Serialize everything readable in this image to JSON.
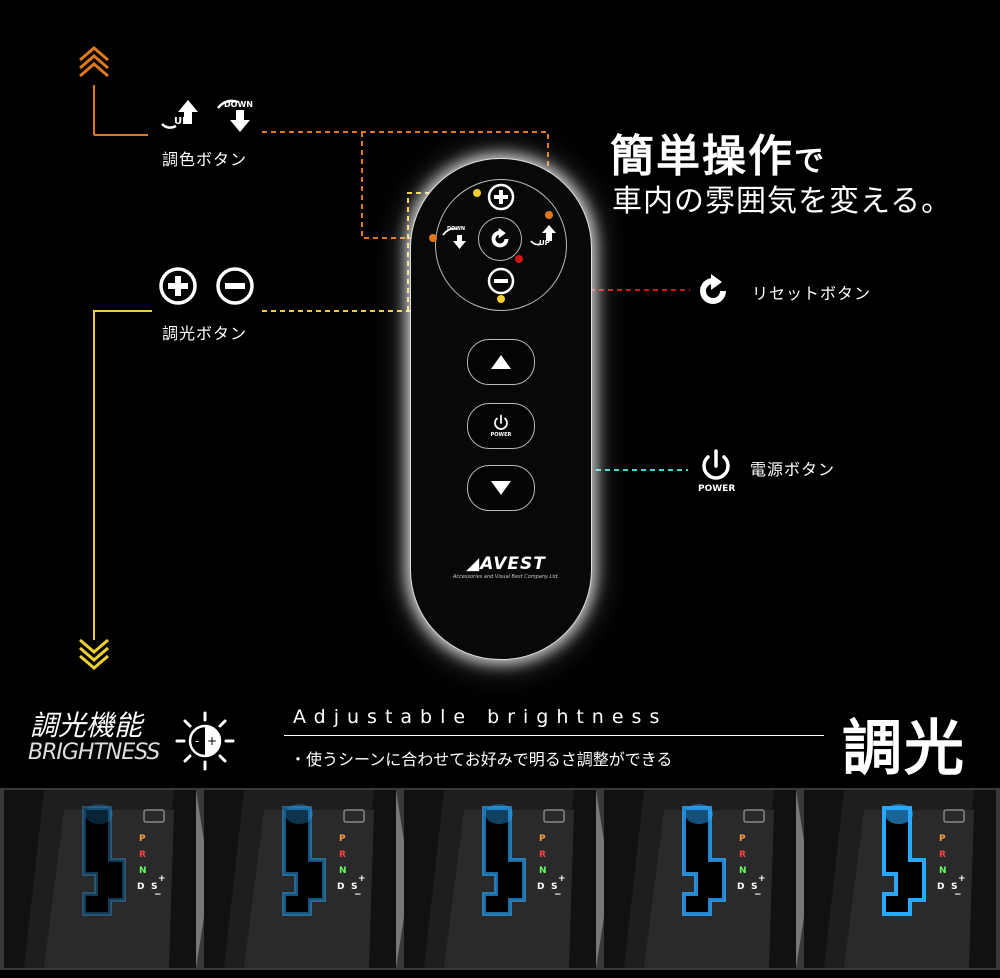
{
  "headline": {
    "line1_main": "簡単操作",
    "line1_suffix": "で",
    "line2": "車内の雰囲気を変える。"
  },
  "left_labels": {
    "color_buttons": "調色ボタン",
    "dimmer_buttons": "調光ボタン",
    "up_text": "UP",
    "down_text": "DOWN"
  },
  "right_labels": {
    "reset_button": "リセットボタン",
    "power_button": "電源ボタン",
    "power_text": "POWER"
  },
  "remote": {
    "up_text": "UP",
    "down_text": "DOWN",
    "power_text": "POWER",
    "brand_name": "AVEST",
    "brand_sub": "Accessories and Visual Best Company Ltd."
  },
  "bottom": {
    "title_jp": "調光機能",
    "title_en": "BRIGHTNESS",
    "subtitle_en": "Adjustable brightness",
    "description": "・使うシーンに合わせてお好みで明るさ調整ができる",
    "big_text": "調光"
  },
  "gear_letters": [
    "P",
    "R",
    "N",
    "D",
    "S",
    "+",
    "−"
  ],
  "colors": {
    "orange": "#e0781c",
    "yellow": "#f0d030",
    "red": "#d01818",
    "cyan": "#40d8d8",
    "led_blue": "#2aa8ff"
  },
  "icons": [
    "plus-circle-icon",
    "minus-circle-icon",
    "reset-icon",
    "power-icon",
    "up-arrow-icon",
    "down-arrow-icon",
    "chevron-up-icon",
    "chevron-down-icon",
    "brightness-icon"
  ]
}
